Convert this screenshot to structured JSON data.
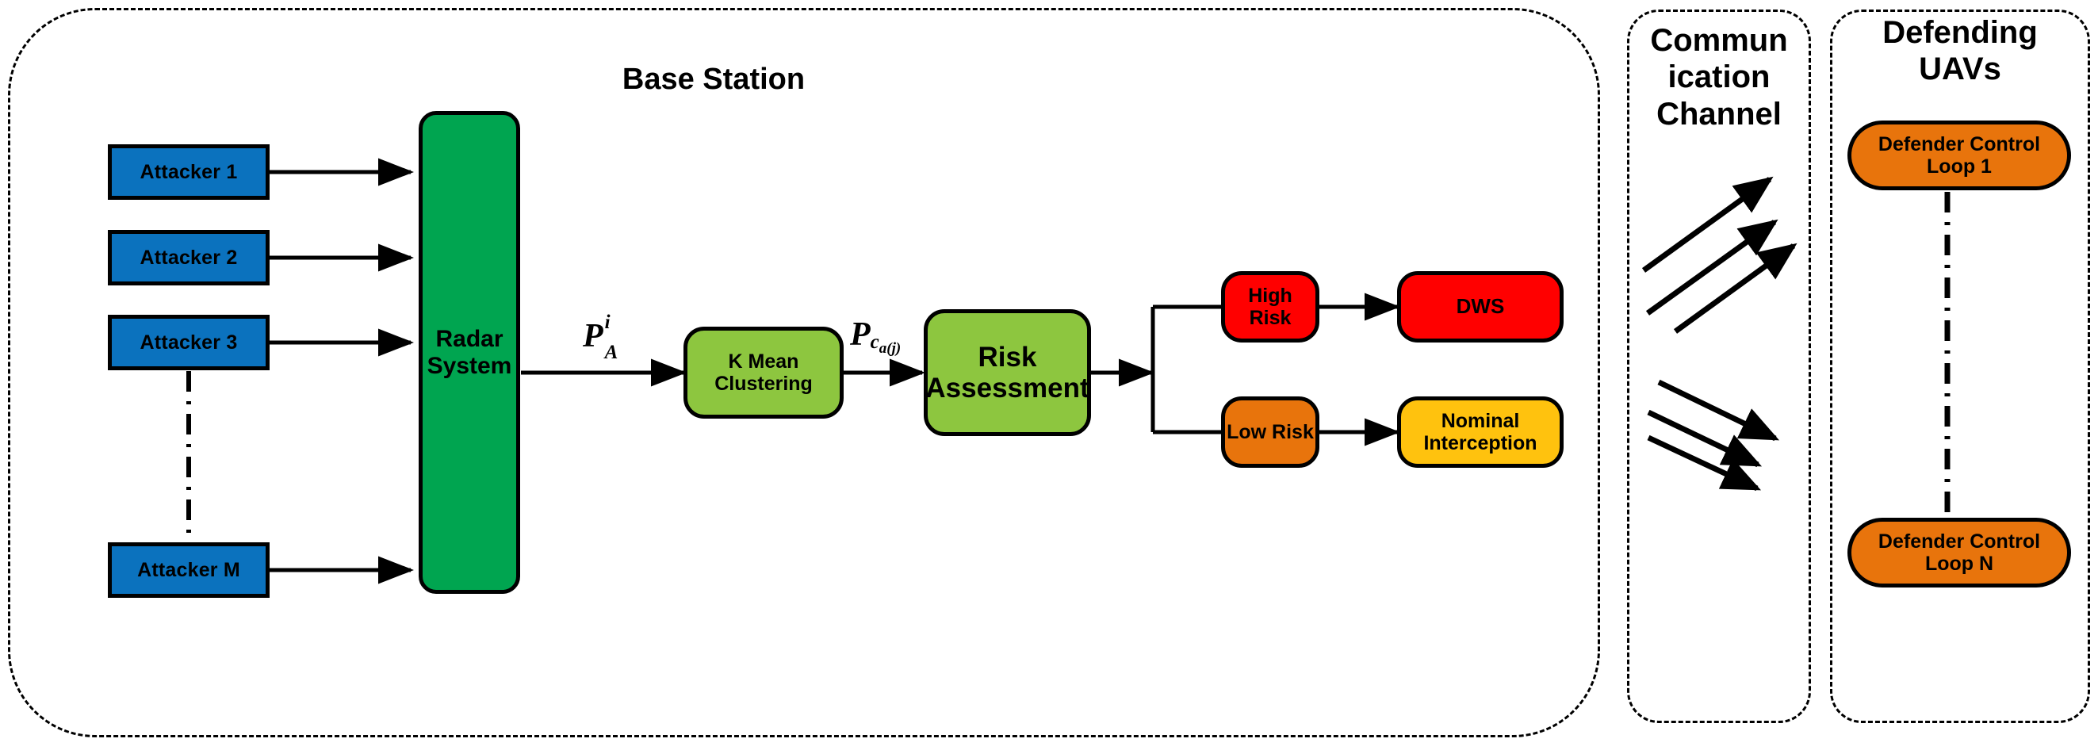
{
  "groups": {
    "base_station": {
      "title": "Base Station"
    },
    "communication_channel": {
      "title_line1": "Commun",
      "title_line2": "ication",
      "title_line3": "Channel"
    },
    "defending_uavs": {
      "title_line1": "Defending",
      "title_line2": "UAVs"
    }
  },
  "attackers": [
    {
      "label": "Attacker 1"
    },
    {
      "label": "Attacker 2"
    },
    {
      "label": "Attacker 3"
    },
    {
      "label": "Attacker M"
    }
  ],
  "pipeline": {
    "radar_line1": "Radar",
    "radar_line2": "System",
    "kmean": "K Mean Clustering",
    "risk_line1": "Risk",
    "risk_line2": "Assessment",
    "high_risk": "High Risk",
    "dws": "DWS",
    "low_risk": "Low Risk",
    "nominal_line1": "Nominal",
    "nominal_line2": "Interception"
  },
  "signals": {
    "radar_output_base": "P",
    "radar_output_sup": "i",
    "radar_output_sub": "A",
    "cluster_output_base": "P",
    "cluster_output_sub": "c",
    "cluster_output_subsub": "a(j)"
  },
  "defenders": [
    {
      "label": "Defender Control Loop 1"
    },
    {
      "label": "Defender Control Loop N"
    }
  ],
  "colors": {
    "attacker_blue": "#0B72BE",
    "radar_green": "#00A550",
    "process_green": "#8DC63F",
    "high_risk_red": "#FF0000",
    "low_risk_orange": "#E8740C",
    "nominal_yellow": "#FFC20E",
    "defender_orange": "#E8740C",
    "stroke_black": "#000000",
    "background_white": "#FFFFFF"
  }
}
